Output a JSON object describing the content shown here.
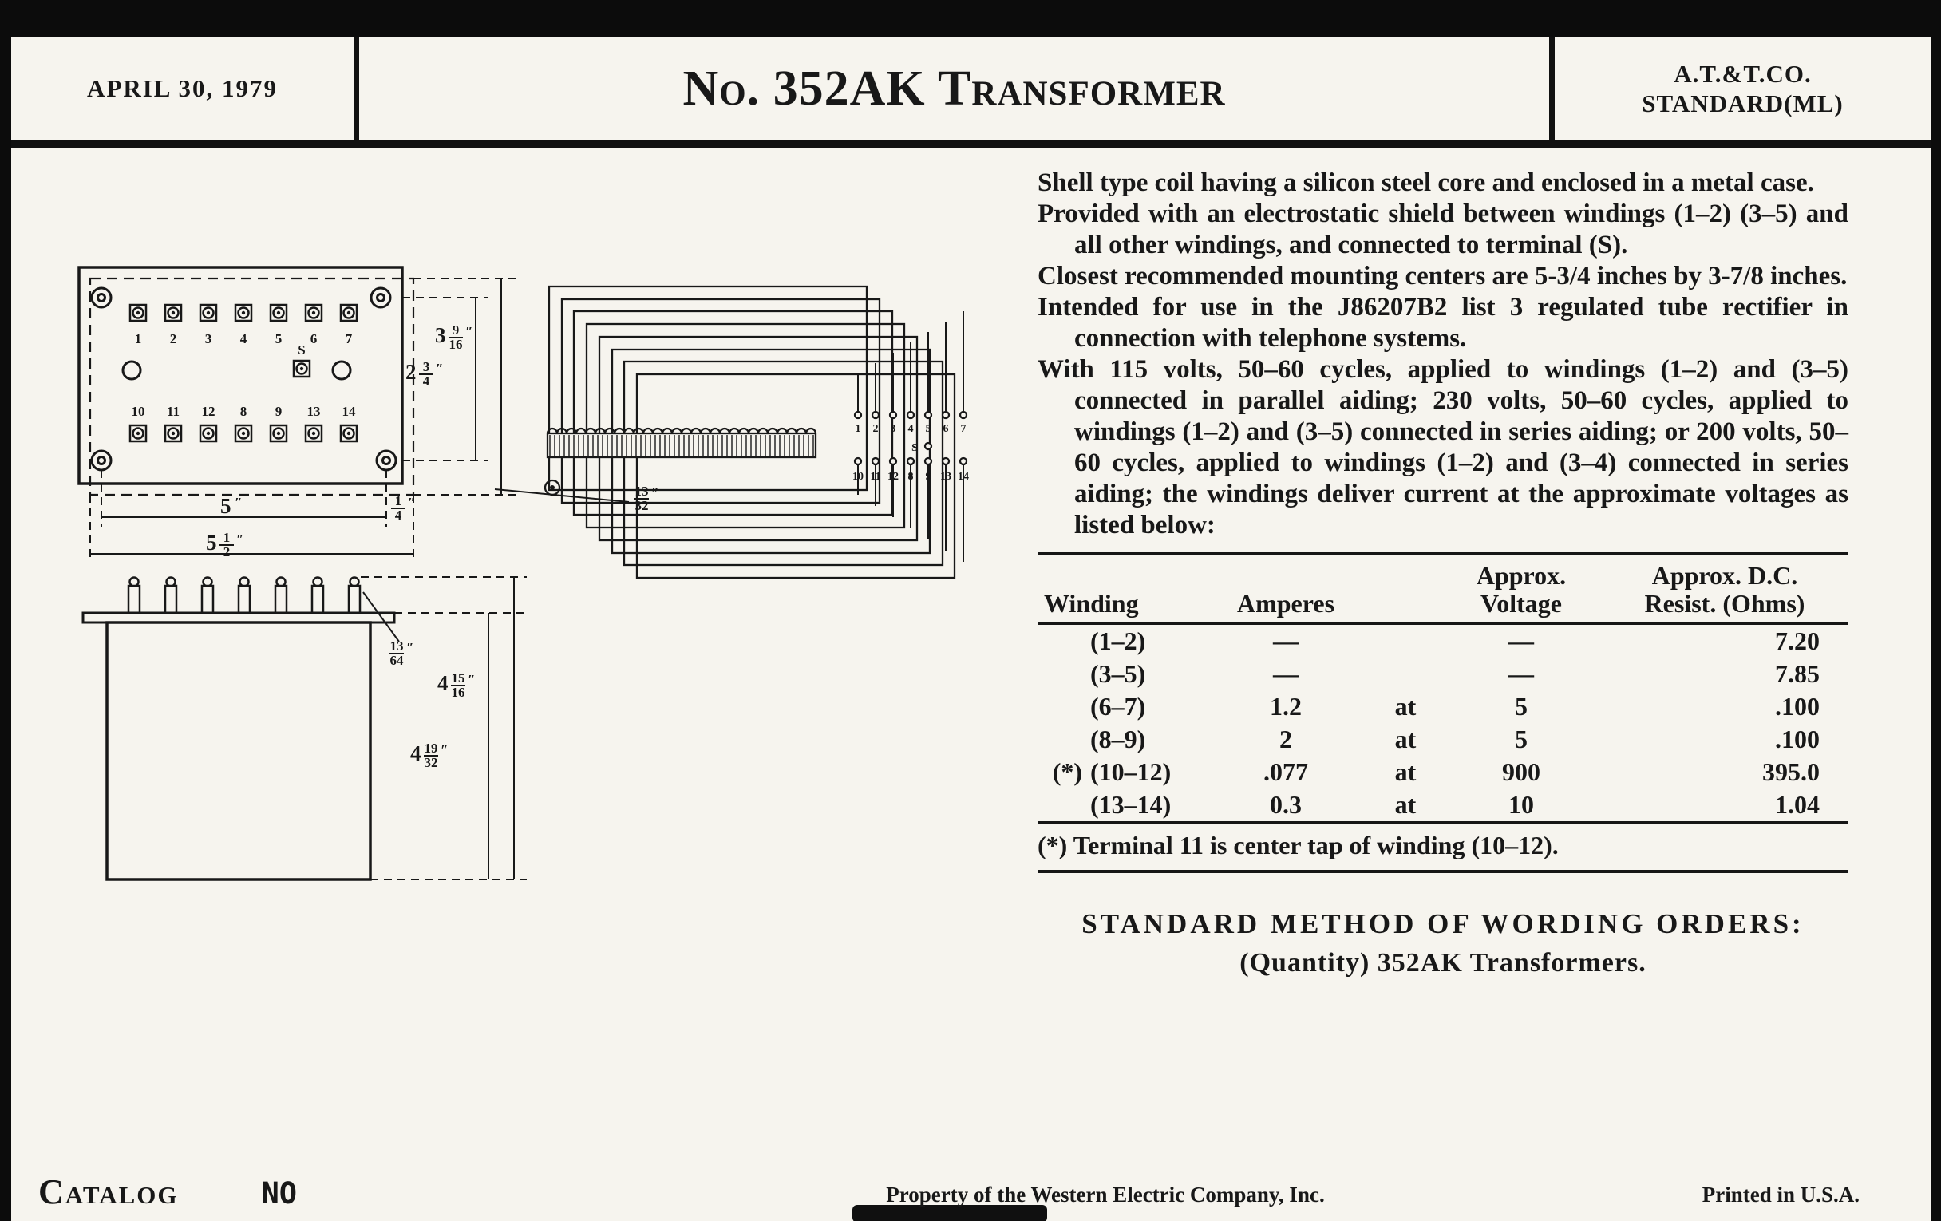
{
  "colors": {
    "paper": "#f6f4ee",
    "ink": "#181818"
  },
  "header": {
    "date": "APRIL 30, 1979",
    "title": "No. 352AK Transformer",
    "org_line1": "A.T.&T.CO.",
    "org_line2": "STANDARD(ML)"
  },
  "description": {
    "paragraphs": [
      "Shell type coil having a silicon steel core and enclosed in a metal case.",
      "Provided with an electrostatic shield between windings (1–2) (3–5) and all other windings, and connected to terminal (S).",
      "Closest recommended mounting centers are 5-3/4 inches by 3-7/8 inches.",
      "Intended for use in the J86207B2 list 3 regulated tube rectifier in connection with telephone systems.",
      "With 115 volts, 50–60 cycles, applied to windings (1–2) and (3–5) connected in parallel aiding; 230 volts, 50–60 cycles, applied to windings (1–2) and (3–5) connected in series aiding; or 200 volts, 50–60 cycles, applied to windings (1–2) and (3–4) connected in series aiding; the windings deliver current at the approximate voltages as listed below:"
    ]
  },
  "table": {
    "columns": {
      "winding": "Winding",
      "amperes": "Amperes",
      "voltage": [
        "Approx.",
        "Voltage"
      ],
      "resist": [
        "Approx. D.C.",
        "Resist. (Ohms)"
      ]
    },
    "rows": [
      {
        "star": "",
        "winding": "(1–2)",
        "amperes": "—",
        "at": "",
        "voltage": "—",
        "resist": "7.20"
      },
      {
        "star": "",
        "winding": "(3–5)",
        "amperes": "—",
        "at": "",
        "voltage": "—",
        "resist": "7.85"
      },
      {
        "star": "",
        "winding": "(6–7)",
        "amperes": "1.2",
        "at": "at",
        "voltage": "5",
        "resist": ".100"
      },
      {
        "star": "",
        "winding": "(8–9)",
        "amperes": "2",
        "at": "at",
        "voltage": "5",
        "resist": ".100"
      },
      {
        "star": "(*)",
        "winding": "(10–12)",
        "amperes": ".077",
        "at": "at",
        "voltage": "900",
        "resist": "395.0"
      },
      {
        "star": "",
        "winding": "(13–14)",
        "amperes": "0.3",
        "at": "at",
        "voltage": "10",
        "resist": "1.04"
      }
    ],
    "footnote": "(*) Terminal 11 is center tap of winding (10–12)."
  },
  "orders": {
    "line1": "STANDARD METHOD OF WORDING ORDERS:",
    "line2": "(Quantity) 352AK Transformers."
  },
  "footer": {
    "left_label": "Catalog",
    "left_value": "NO",
    "center": "Property of the Western Electric Company, Inc.",
    "right": "Printed in U.S.A."
  },
  "drawings": {
    "top_view": {
      "top_terminals": [
        "1",
        "2",
        "3",
        "4",
        "5",
        "6",
        "7"
      ],
      "bottom_terminals": [
        "10",
        "11",
        "12",
        "8",
        "9",
        "13",
        "14"
      ],
      "shield_label": "S",
      "dims": {
        "height_outer": {
          "whole": "3",
          "num": "9",
          "den": "16"
        },
        "hole_spacing_v": {
          "whole": "2",
          "num": "3",
          "den": "4"
        },
        "hole_spacing_h": {
          "whole": "5",
          "num": "",
          "den": ""
        },
        "edge_offset": {
          "whole": "",
          "num": "1",
          "den": "4"
        },
        "overall_width": {
          "whole": "5",
          "num": "1",
          "den": "2"
        },
        "flange_offset": {
          "whole": "",
          "num": "13",
          "den": "32"
        }
      }
    },
    "side_view": {
      "dims": {
        "terminal_height": {
          "whole": "",
          "num": "13",
          "den": "64"
        },
        "overall_height": {
          "whole": "4",
          "num": "15",
          "den": "16"
        },
        "case_height": {
          "whole": "4",
          "num": "19",
          "den": "32"
        }
      }
    },
    "schematic": {
      "top_terminals": [
        "1",
        "2",
        "3",
        "4",
        "5",
        "6",
        "7"
      ],
      "bottom_terminals": [
        "10",
        "11",
        "12",
        "8",
        "9",
        "13",
        "14"
      ],
      "shield_label": "S"
    }
  }
}
